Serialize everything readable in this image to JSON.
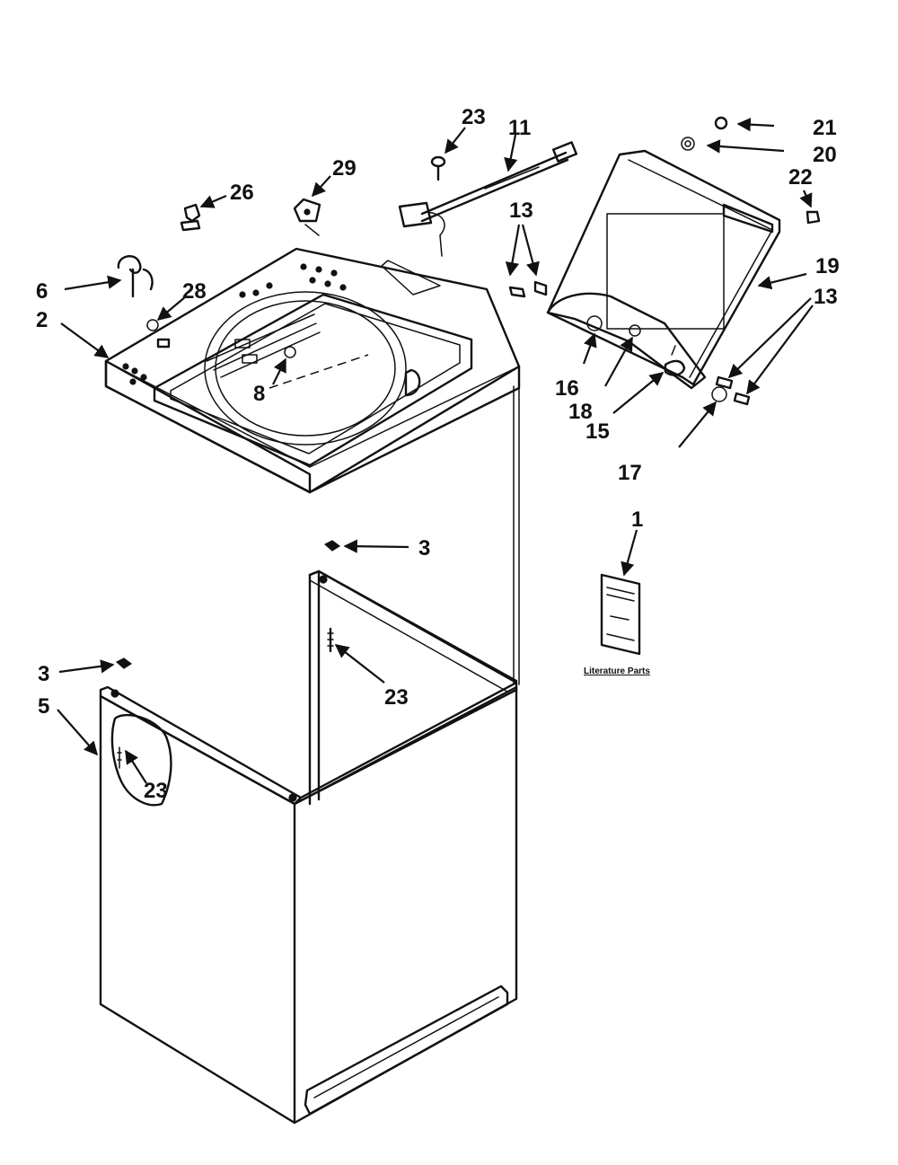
{
  "diagram": {
    "callouts": {
      "c1": "1",
      "c2": "2",
      "c3a": "3",
      "c3b": "3",
      "c5": "5",
      "c6": "6",
      "c8": "8",
      "c11": "11",
      "c13a": "13",
      "c13b": "13",
      "c15": "15",
      "c16": "16",
      "c17": "17",
      "c18": "18",
      "c19": "19",
      "c20": "20",
      "c21": "21",
      "c22": "22",
      "c23a": "23",
      "c23b": "23",
      "c23c": "23",
      "c26": "26",
      "c28": "28",
      "c29": "29"
    },
    "literature_caption": "Literature Parts"
  }
}
